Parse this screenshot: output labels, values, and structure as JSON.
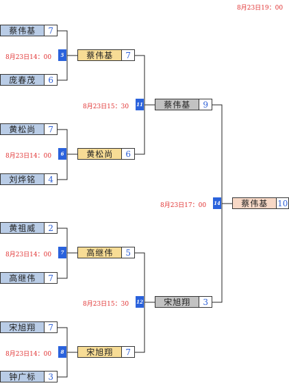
{
  "header_time": "8月23日19：00",
  "round1": [
    {
      "top": {
        "name": "蔡伟基",
        "score": "7"
      },
      "bottom": {
        "name": "庞春茂",
        "score": "6"
      },
      "time": "8月23日14：00",
      "match_no": "5"
    },
    {
      "top": {
        "name": "黄松尚",
        "score": "7"
      },
      "bottom": {
        "name": "刘烨铭",
        "score": "4"
      },
      "time": "8月23日14：00",
      "match_no": "6"
    },
    {
      "top": {
        "name": "黄祖威",
        "score": "2"
      },
      "bottom": {
        "name": "高继伟",
        "score": "7"
      },
      "time": "8月23日14：00",
      "match_no": "7"
    },
    {
      "top": {
        "name": "宋旭翔",
        "score": "7"
      },
      "bottom": {
        "name": "钟广标",
        "score": "3"
      },
      "time": "8月23日14：00",
      "match_no": "8"
    }
  ],
  "round2": [
    {
      "name": "蔡伟基",
      "score": "7"
    },
    {
      "name": "黄松尚",
      "score": "6"
    },
    {
      "name": "高继伟",
      "score": "5"
    },
    {
      "name": "宋旭翔",
      "score": "7"
    }
  ],
  "semis": [
    {
      "time": "8月23日15：30",
      "match_no": "11",
      "winner": {
        "name": "蔡伟基",
        "score": "9"
      }
    },
    {
      "time": "8月23日15：30",
      "match_no": "12",
      "winner": {
        "name": "宋旭翔",
        "score": "3"
      }
    }
  ],
  "final": {
    "time": "8月23日17：00",
    "match_no": "14",
    "winner": {
      "name": "蔡伟基",
      "score": "10"
    }
  }
}
